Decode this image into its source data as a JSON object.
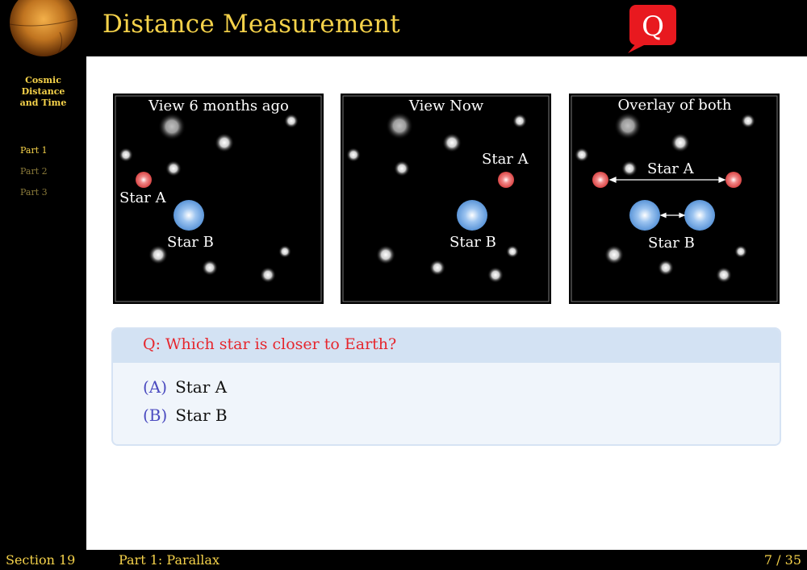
{
  "header": {
    "title": "Distance Measurement",
    "badge": "Q"
  },
  "sidebar": {
    "title_lines": [
      "Cosmic",
      "Distance",
      "and Time"
    ],
    "items": [
      {
        "label": "Part 1",
        "active": true
      },
      {
        "label": "Part 2",
        "active": false
      },
      {
        "label": "Part 3",
        "active": false
      }
    ]
  },
  "panels": [
    {
      "title": "View 6 months ago",
      "star_a_label": "Star A",
      "star_b_label": "Star B"
    },
    {
      "title": "View Now",
      "star_a_label": "Star A",
      "star_b_label": "Star B"
    },
    {
      "title": "Overlay of both",
      "star_a_label": "Star A",
      "star_b_label": "Star B"
    }
  ],
  "question": {
    "prompt": "Q: Which star is closer to Earth?",
    "options": [
      {
        "letter": "(A)",
        "text": "Star A"
      },
      {
        "letter": "(B)",
        "text": "Star B"
      }
    ]
  },
  "footer": {
    "section": "Section 19",
    "part": "Part 1:  Parallax",
    "page": "7 / 35"
  },
  "colors": {
    "accent_yellow": "#f5d24a",
    "question_red": "#e6262d",
    "option_blue": "#4b4bc0",
    "box_header": "#d3e2f3",
    "box_body": "#f0f5fb"
  }
}
